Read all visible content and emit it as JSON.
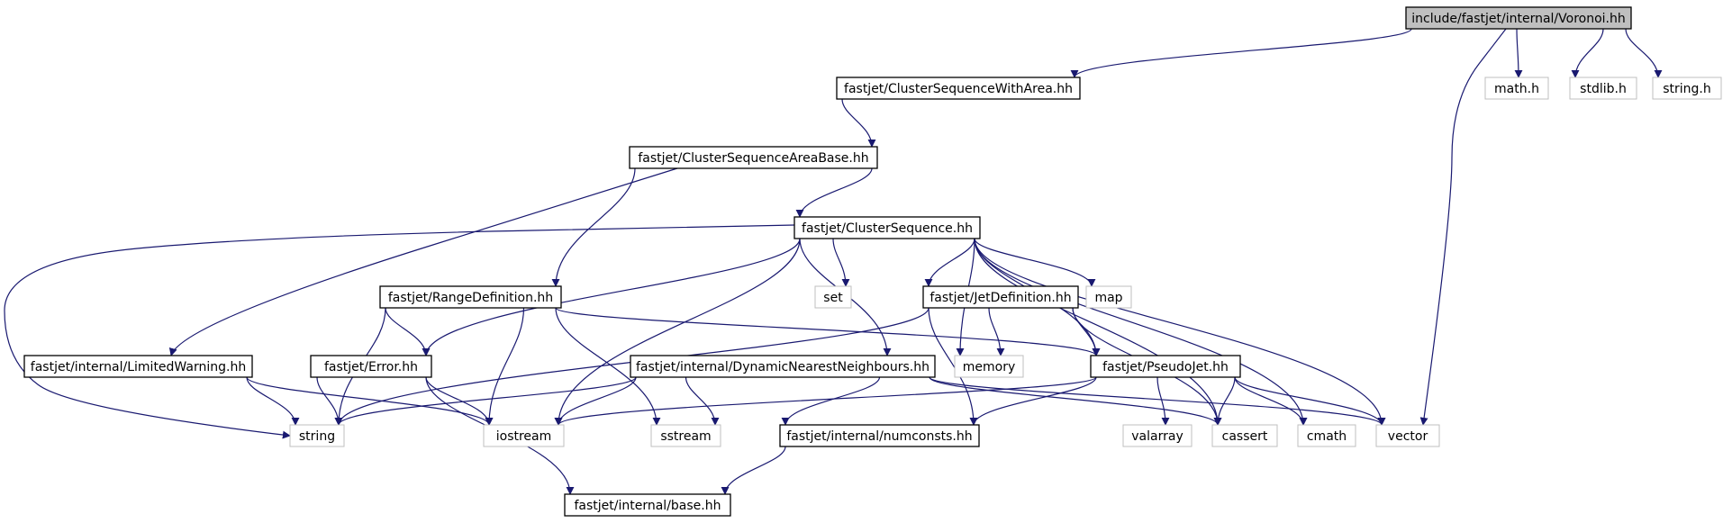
{
  "colors": {
    "edge": "#191970",
    "internal_border": "#000000",
    "external_border": "#bfbfbf",
    "root_fill": "#bfbfbf",
    "node_fill": "#ffffff"
  },
  "graph": {
    "nodes": [
      {
        "id": "voronoi",
        "label": "include/fastjet/internal/Voronoi.hh",
        "kind": "root"
      },
      {
        "id": "csw_area",
        "label": "fastjet/ClusterSequenceWithArea.hh",
        "kind": "internal"
      },
      {
        "id": "math_h",
        "label": "math.h",
        "kind": "external"
      },
      {
        "id": "stdlib_h",
        "label": "stdlib.h",
        "kind": "external"
      },
      {
        "id": "string_h",
        "label": "string.h",
        "kind": "external"
      },
      {
        "id": "cs_area_base",
        "label": "fastjet/ClusterSequenceAreaBase.hh",
        "kind": "internal"
      },
      {
        "id": "cs",
        "label": "fastjet/ClusterSequence.hh",
        "kind": "internal"
      },
      {
        "id": "set",
        "label": "set",
        "kind": "external"
      },
      {
        "id": "map",
        "label": "map",
        "kind": "external"
      },
      {
        "id": "range_def",
        "label": "fastjet/RangeDefinition.hh",
        "kind": "internal"
      },
      {
        "id": "jet_def",
        "label": "fastjet/JetDefinition.hh",
        "kind": "internal"
      },
      {
        "id": "limited_warning",
        "label": "fastjet/internal/LimitedWarning.hh",
        "kind": "internal"
      },
      {
        "id": "error",
        "label": "fastjet/Error.hh",
        "kind": "internal"
      },
      {
        "id": "dnn",
        "label": "fastjet/internal/DynamicNearestNeighbours.hh",
        "kind": "internal"
      },
      {
        "id": "memory",
        "label": "memory",
        "kind": "external"
      },
      {
        "id": "pseudojet",
        "label": "fastjet/PseudoJet.hh",
        "kind": "internal"
      },
      {
        "id": "string",
        "label": "string",
        "kind": "external"
      },
      {
        "id": "iostream",
        "label": "iostream",
        "kind": "external"
      },
      {
        "id": "sstream",
        "label": "sstream",
        "kind": "external"
      },
      {
        "id": "numconsts",
        "label": "fastjet/internal/numconsts.hh",
        "kind": "internal"
      },
      {
        "id": "valarray",
        "label": "valarray",
        "kind": "external"
      },
      {
        "id": "cassert",
        "label": "cassert",
        "kind": "external"
      },
      {
        "id": "cmath",
        "label": "cmath",
        "kind": "external"
      },
      {
        "id": "vector",
        "label": "vector",
        "kind": "external"
      },
      {
        "id": "base",
        "label": "fastjet/internal/base.hh",
        "kind": "internal"
      }
    ],
    "edges": [
      [
        "voronoi",
        "csw_area"
      ],
      [
        "voronoi",
        "math_h"
      ],
      [
        "voronoi",
        "stdlib_h"
      ],
      [
        "voronoi",
        "string_h"
      ],
      [
        "voronoi",
        "vector"
      ],
      [
        "csw_area",
        "cs_area_base"
      ],
      [
        "cs_area_base",
        "cs"
      ],
      [
        "cs_area_base",
        "range_def"
      ],
      [
        "cs_area_base",
        "limited_warning"
      ],
      [
        "cs",
        "set"
      ],
      [
        "cs",
        "map"
      ],
      [
        "cs",
        "jet_def"
      ],
      [
        "cs",
        "error"
      ],
      [
        "cs",
        "dnn"
      ],
      [
        "cs",
        "memory"
      ],
      [
        "cs",
        "pseudojet"
      ],
      [
        "cs",
        "string"
      ],
      [
        "cs",
        "iostream"
      ],
      [
        "cs",
        "cassert"
      ],
      [
        "cs",
        "cmath"
      ],
      [
        "cs",
        "vector"
      ],
      [
        "range_def",
        "error"
      ],
      [
        "range_def",
        "string"
      ],
      [
        "range_def",
        "iostream"
      ],
      [
        "range_def",
        "sstream"
      ],
      [
        "range_def",
        "pseudojet"
      ],
      [
        "jet_def",
        "pseudojet"
      ],
      [
        "jet_def",
        "memory"
      ],
      [
        "jet_def",
        "string"
      ],
      [
        "jet_def",
        "numconsts"
      ],
      [
        "jet_def",
        "cassert"
      ],
      [
        "limited_warning",
        "string"
      ],
      [
        "limited_warning",
        "iostream"
      ],
      [
        "error",
        "string"
      ],
      [
        "error",
        "iostream"
      ],
      [
        "error",
        "base"
      ],
      [
        "dnn",
        "string"
      ],
      [
        "dnn",
        "iostream"
      ],
      [
        "dnn",
        "sstream"
      ],
      [
        "dnn",
        "numconsts"
      ],
      [
        "dnn",
        "cassert"
      ],
      [
        "dnn",
        "vector"
      ],
      [
        "pseudojet",
        "valarray"
      ],
      [
        "pseudojet",
        "cassert"
      ],
      [
        "pseudojet",
        "cmath"
      ],
      [
        "pseudojet",
        "vector"
      ],
      [
        "pseudojet",
        "numconsts"
      ],
      [
        "pseudojet",
        "iostream"
      ],
      [
        "numconsts",
        "base"
      ]
    ]
  }
}
